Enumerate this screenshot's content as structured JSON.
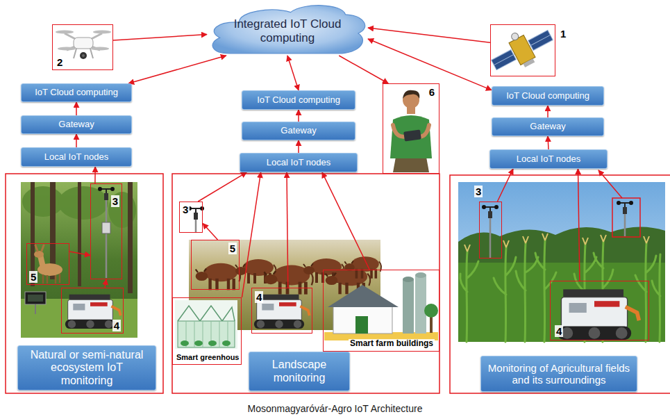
{
  "diagram": {
    "caption": "Mosonmagyaróvár-Agro IoT Architecture",
    "nodes": [
      {
        "text": [
          "Integrated IoT Cloud computing"
        ]
      },
      {
        "text": [
          "2"
        ]
      },
      {
        "text": [
          "1"
        ]
      },
      {
        "text": [
          "IoT Cloud computing"
        ]
      },
      {
        "text": [
          "Gateway"
        ]
      },
      {
        "text": [
          "Local IoT nodes"
        ]
      },
      {
        "text": [
          "IoT Cloud computing"
        ]
      },
      {
        "text": [
          "Gateway"
        ]
      },
      {
        "text": [
          "Local IoT nodes"
        ]
      },
      {
        "text": [
          "6"
        ]
      },
      {
        "text": [
          "IoT Cloud computing"
        ]
      },
      {
        "text": [
          "Gateway"
        ]
      },
      {
        "text": [
          "Local IoT nodes"
        ]
      },
      {
        "text": [
          "5"
        ]
      },
      {
        "text": [
          "3"
        ]
      },
      {
        "text": [
          "4"
        ]
      },
      {
        "text": [
          "Natural or semi-natural ecosystem IoT monitoring"
        ]
      },
      {
        "text": [
          "3"
        ]
      },
      {
        "text": [
          "5"
        ]
      },
      {
        "text": [
          "Smart greenhous"
        ]
      },
      {
        "text": [
          "4"
        ]
      },
      {
        "text": [
          "Smart farm buildings"
        ]
      },
      {
        "text": [
          "Landscape monitoring"
        ]
      },
      {
        "text": [
          "3"
        ]
      },
      {
        "text": [
          "4"
        ]
      },
      {
        "text": [
          "Monitoring of Agricultural fields and its surroundings"
        ]
      }
    ],
    "edges": [
      {
        "from": 1,
        "to": 0,
        "arrow": "to"
      },
      {
        "from": 2,
        "to": 0,
        "arrow": "to"
      },
      {
        "from": 3,
        "to": 0,
        "arrow": "both"
      },
      {
        "from": 4,
        "to": 3,
        "arrow": "to"
      },
      {
        "from": 5,
        "to": 4,
        "arrow": "to"
      },
      {
        "from": 6,
        "to": 0,
        "arrow": "both"
      },
      {
        "from": 7,
        "to": 6,
        "arrow": "to"
      },
      {
        "from": 8,
        "to": 7,
        "arrow": "to"
      },
      {
        "from": 0,
        "to": 9,
        "arrow": "to"
      },
      {
        "from": 10,
        "to": 0,
        "arrow": "both"
      },
      {
        "from": 11,
        "to": 10,
        "arrow": "to"
      },
      {
        "from": 12,
        "to": 11,
        "arrow": "to"
      },
      {
        "from": 13,
        "to": 14,
        "arrow": "to"
      },
      {
        "from": 15,
        "to": 14,
        "arrow": "to"
      },
      {
        "from": 14,
        "to": 5,
        "arrow": "to"
      },
      {
        "from": 17,
        "to": 8,
        "arrow": "to"
      },
      {
        "from": 18,
        "to": 17,
        "arrow": "to"
      },
      {
        "from": 19,
        "to": 8,
        "arrow": "to"
      },
      {
        "from": 20,
        "to": 8,
        "arrow": "to"
      },
      {
        "from": 21,
        "to": 8,
        "arrow": "to"
      },
      {
        "from": 23,
        "to": 12,
        "arrow": "to"
      },
      {
        "from": 24,
        "to": 12,
        "arrow": "to"
      }
    ]
  }
}
